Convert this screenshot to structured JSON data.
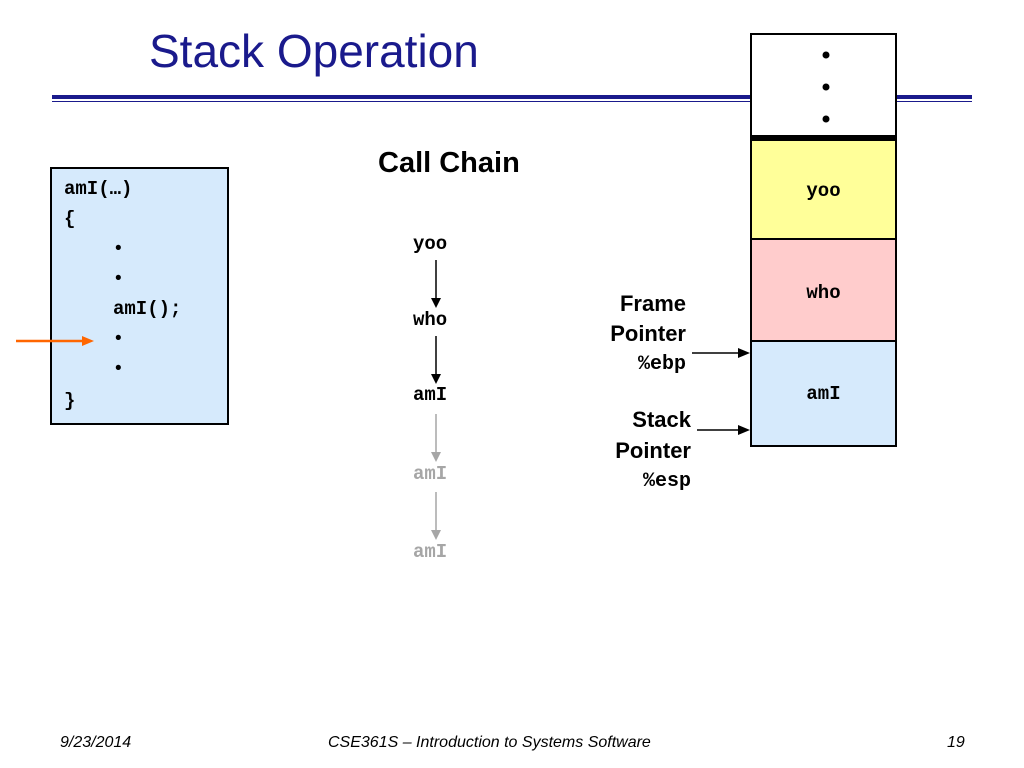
{
  "slide": {
    "title": "Stack Operation"
  },
  "code": {
    "header": "amI(…)",
    "open_brace": "{",
    "dots": [
      "•",
      "•"
    ],
    "call": "amI();",
    "dots_after": [
      "•",
      "•"
    ],
    "close_brace": "}"
  },
  "call_chain": {
    "title": "Call Chain",
    "items": [
      {
        "label": "yoo",
        "state": "active"
      },
      {
        "label": "who",
        "state": "active"
      },
      {
        "label": "amI",
        "state": "active"
      },
      {
        "label": "amI",
        "state": "dim"
      },
      {
        "label": "amI",
        "state": "dim"
      }
    ]
  },
  "pointers": {
    "frame": {
      "line1": "Frame",
      "line2": "Pointer",
      "register": "%ebp"
    },
    "stack": {
      "line1": "Stack",
      "line2": "Pointer",
      "register": "%esp"
    }
  },
  "stack": {
    "ellipsis": [
      "•",
      "•",
      "•"
    ],
    "frames": [
      {
        "label": "yoo",
        "color": "#ffff99"
      },
      {
        "label": "who",
        "color": "#ffcccc"
      },
      {
        "label": "amI",
        "color": "#d6eafc"
      }
    ]
  },
  "colors": {
    "title": "#1a1a8c",
    "current_line_arrow": "#ff6600",
    "dim_text": "#a6a6a6"
  },
  "footer": {
    "date": "9/23/2014",
    "course": "CSE361S – Introduction to Systems Software",
    "page": "19"
  }
}
